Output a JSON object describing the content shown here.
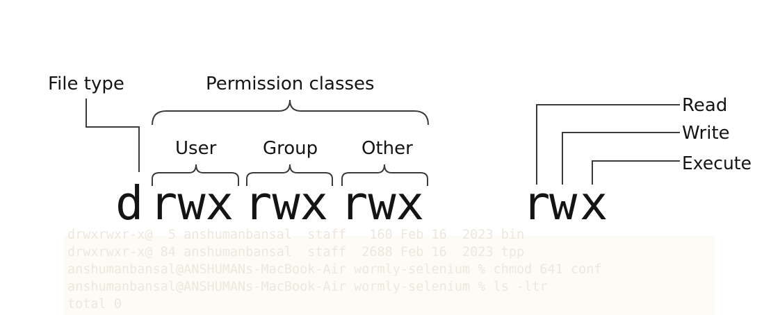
{
  "labels": {
    "file_type": "File type",
    "permission_classes": "Permission classes",
    "user": "User",
    "group": "Group",
    "other": "Other",
    "read": "Read",
    "write": "Write",
    "execute": "Execute"
  },
  "permission_string": {
    "type_char": "d",
    "user": "rwx",
    "group": "rwx",
    "other": "rwx"
  },
  "example_triplet": {
    "r": "r",
    "w": "w",
    "x": "x"
  },
  "terminal_lines": [
    "drwxrwxr-x@  5 anshumanbansal  staff   160 Feb 16  2023 bin",
    "drwxrwxr-x@ 84 anshumanbansal  staff  2688 Feb 16  2023 tpp",
    "anshumanbansal@ANSHUMANs-MacBook-Air wormly-selenium % chmod 641 conf",
    "anshumanbansal@ANSHUMANs-MacBook-Air wormly-selenium % ls -ltr",
    "total 0"
  ],
  "colors": {
    "ink": "#141414",
    "line": "#3a3a3a",
    "terminal_bg": "#fdfbf6",
    "terminal_text": "#ece8de"
  }
}
